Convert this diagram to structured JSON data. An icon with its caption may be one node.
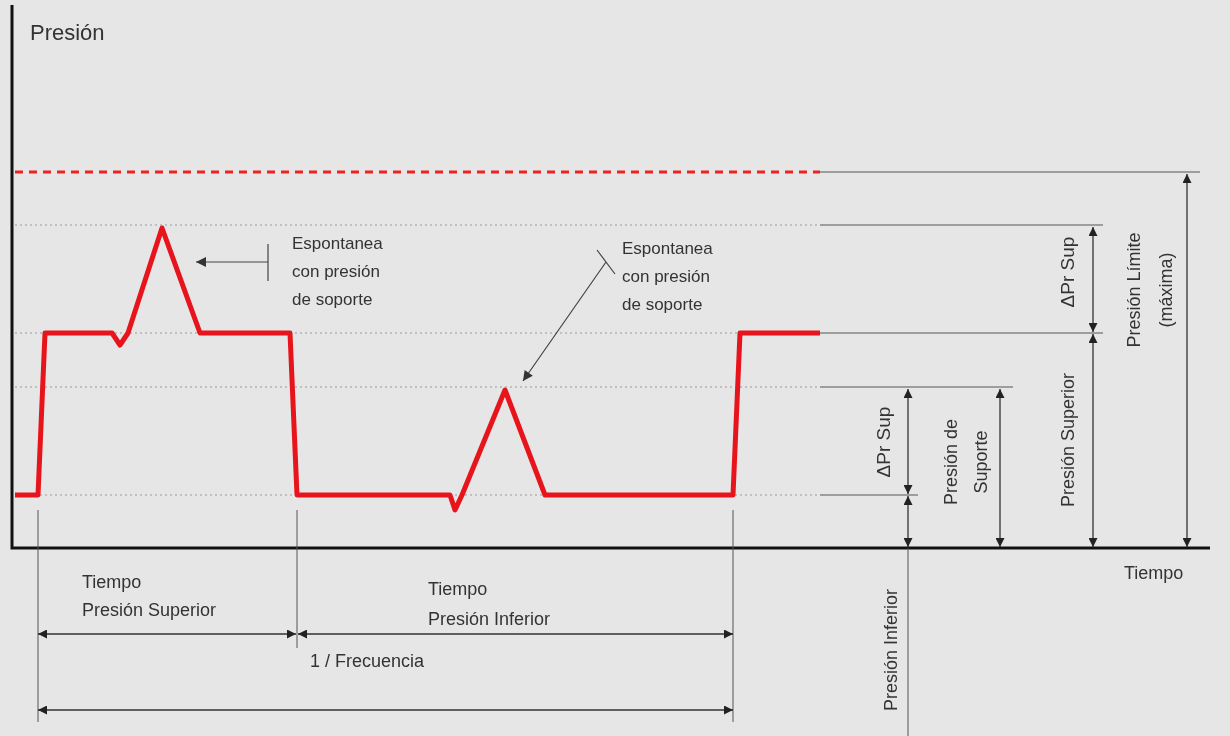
{
  "diagram": {
    "nodes": [
      {
        "text": [
          "Espontanea con presión de soporte"
        ]
      },
      {
        "text": [
          "Espontanea con presión de soporte"
        ]
      }
    ],
    "edges": [
      {
        "from": 0,
        "to": null,
        "arrow": "to"
      },
      {
        "from": 1,
        "to": null,
        "arrow": "to"
      }
    ],
    "labels": [
      "Presión",
      "ΔPr Sup",
      "Presión Límite (máxima)",
      "ΔPr Sup",
      "Presión de Suporte",
      "Presión Superior",
      "Tiempo Presión Superior",
      "Tiempo Presión Inferior",
      "Tiempo",
      "Presión Inferior",
      "1 / Frecuencia"
    ]
  }
}
